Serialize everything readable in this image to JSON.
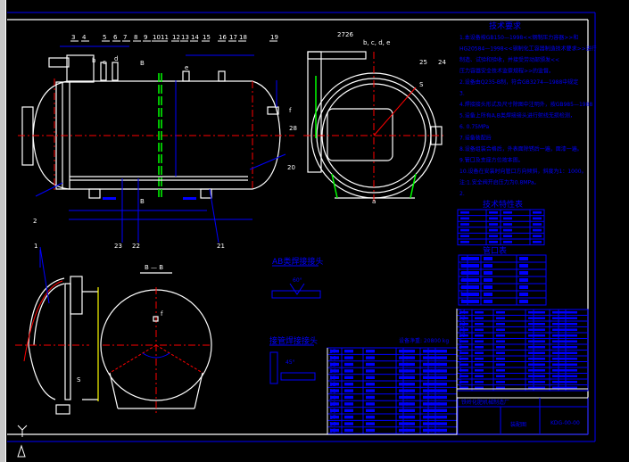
{
  "colors": {
    "background": "#000000",
    "outline": "#ffffff",
    "dimension": "#0000ff",
    "centerline": "#ff0000",
    "hidden": "#00ff00"
  },
  "main_view": {
    "part_labels": [
      "3",
      "4",
      "5",
      "6",
      "7",
      "8",
      "9",
      "10",
      "11",
      "12",
      "13",
      "14",
      "15",
      "16",
      "17",
      "18",
      "19"
    ],
    "bottom_labels": [
      "1",
      "2",
      "23",
      "22",
      "21",
      "20",
      "28"
    ],
    "nozzle_letters": [
      "b",
      "c",
      "d",
      "e",
      "f"
    ],
    "section_mark": "B"
  },
  "end_view": {
    "labels": [
      "27",
      "26",
      "25",
      "24"
    ],
    "nozzle_group": "b, c, d, e",
    "nozzle_a": "a",
    "nozzle_s": "S"
  },
  "section_view": {
    "title": "B — B",
    "nozzle": "f"
  },
  "door_view": {
    "nozzle": "S"
  },
  "weld_details": [
    {
      "title": "AB类焊接接头",
      "angle": "60°"
    },
    {
      "title": "接管焊接接头",
      "angle": "45°"
    }
  ],
  "tech_requirements": {
    "title": "技术要求",
    "lines": [
      "1.本设备按GB150—1998<<钢制压力容器>>和",
      "HG20584—1998<<钢制化工容器制造技术要求>>进行",
      "制造、试验和验收，并接受劳动部颁发<<",
      "压力容器安全技术监察规程>>的监督。",
      "2.设备由Q235-B制，符合GB3274—1988中规定",
      "3.",
      "4.焊接接头形式及尺寸除图中注明外，按GB985—1988",
      "5.设备上所有A,B类焊接接头进行射线无损检测，",
      "6.                0.75MPa",
      "7.设备装配后",
      "8.设备组装合格后，外表面除锈后一遍，面漆一遍。",
      "9.管口及支座方位按本图。",
      "10.设备在安装时向管口方向倾斜，斜度为1：1000。",
      "注:1.安全阀开启压力为0.8MPa。",
      "2."
    ]
  },
  "tech_table": {
    "title": "技术特性表"
  },
  "nozzle_table": {
    "title": "管口表",
    "rows": [
      "a",
      "b",
      "c",
      "d",
      "e",
      "f",
      "S"
    ]
  },
  "parts_list": {
    "right_numbers": [
      "34",
      "33",
      "32",
      "31",
      "30",
      "9",
      "8",
      "7",
      "6",
      "5",
      "4",
      "3",
      "2",
      "1"
    ],
    "left_numbers": [
      "27",
      "26",
      "25",
      "24",
      "23",
      "22",
      "21",
      "20",
      "19",
      "18",
      "17",
      "16",
      "15"
    ],
    "weight_label": "设备净重: 20800 kg"
  },
  "title_block": {
    "company": "铁岭化肥机械制造厂",
    "drawing": "装配图",
    "number": "KDG-00-00"
  },
  "ucs_icon": "Y"
}
